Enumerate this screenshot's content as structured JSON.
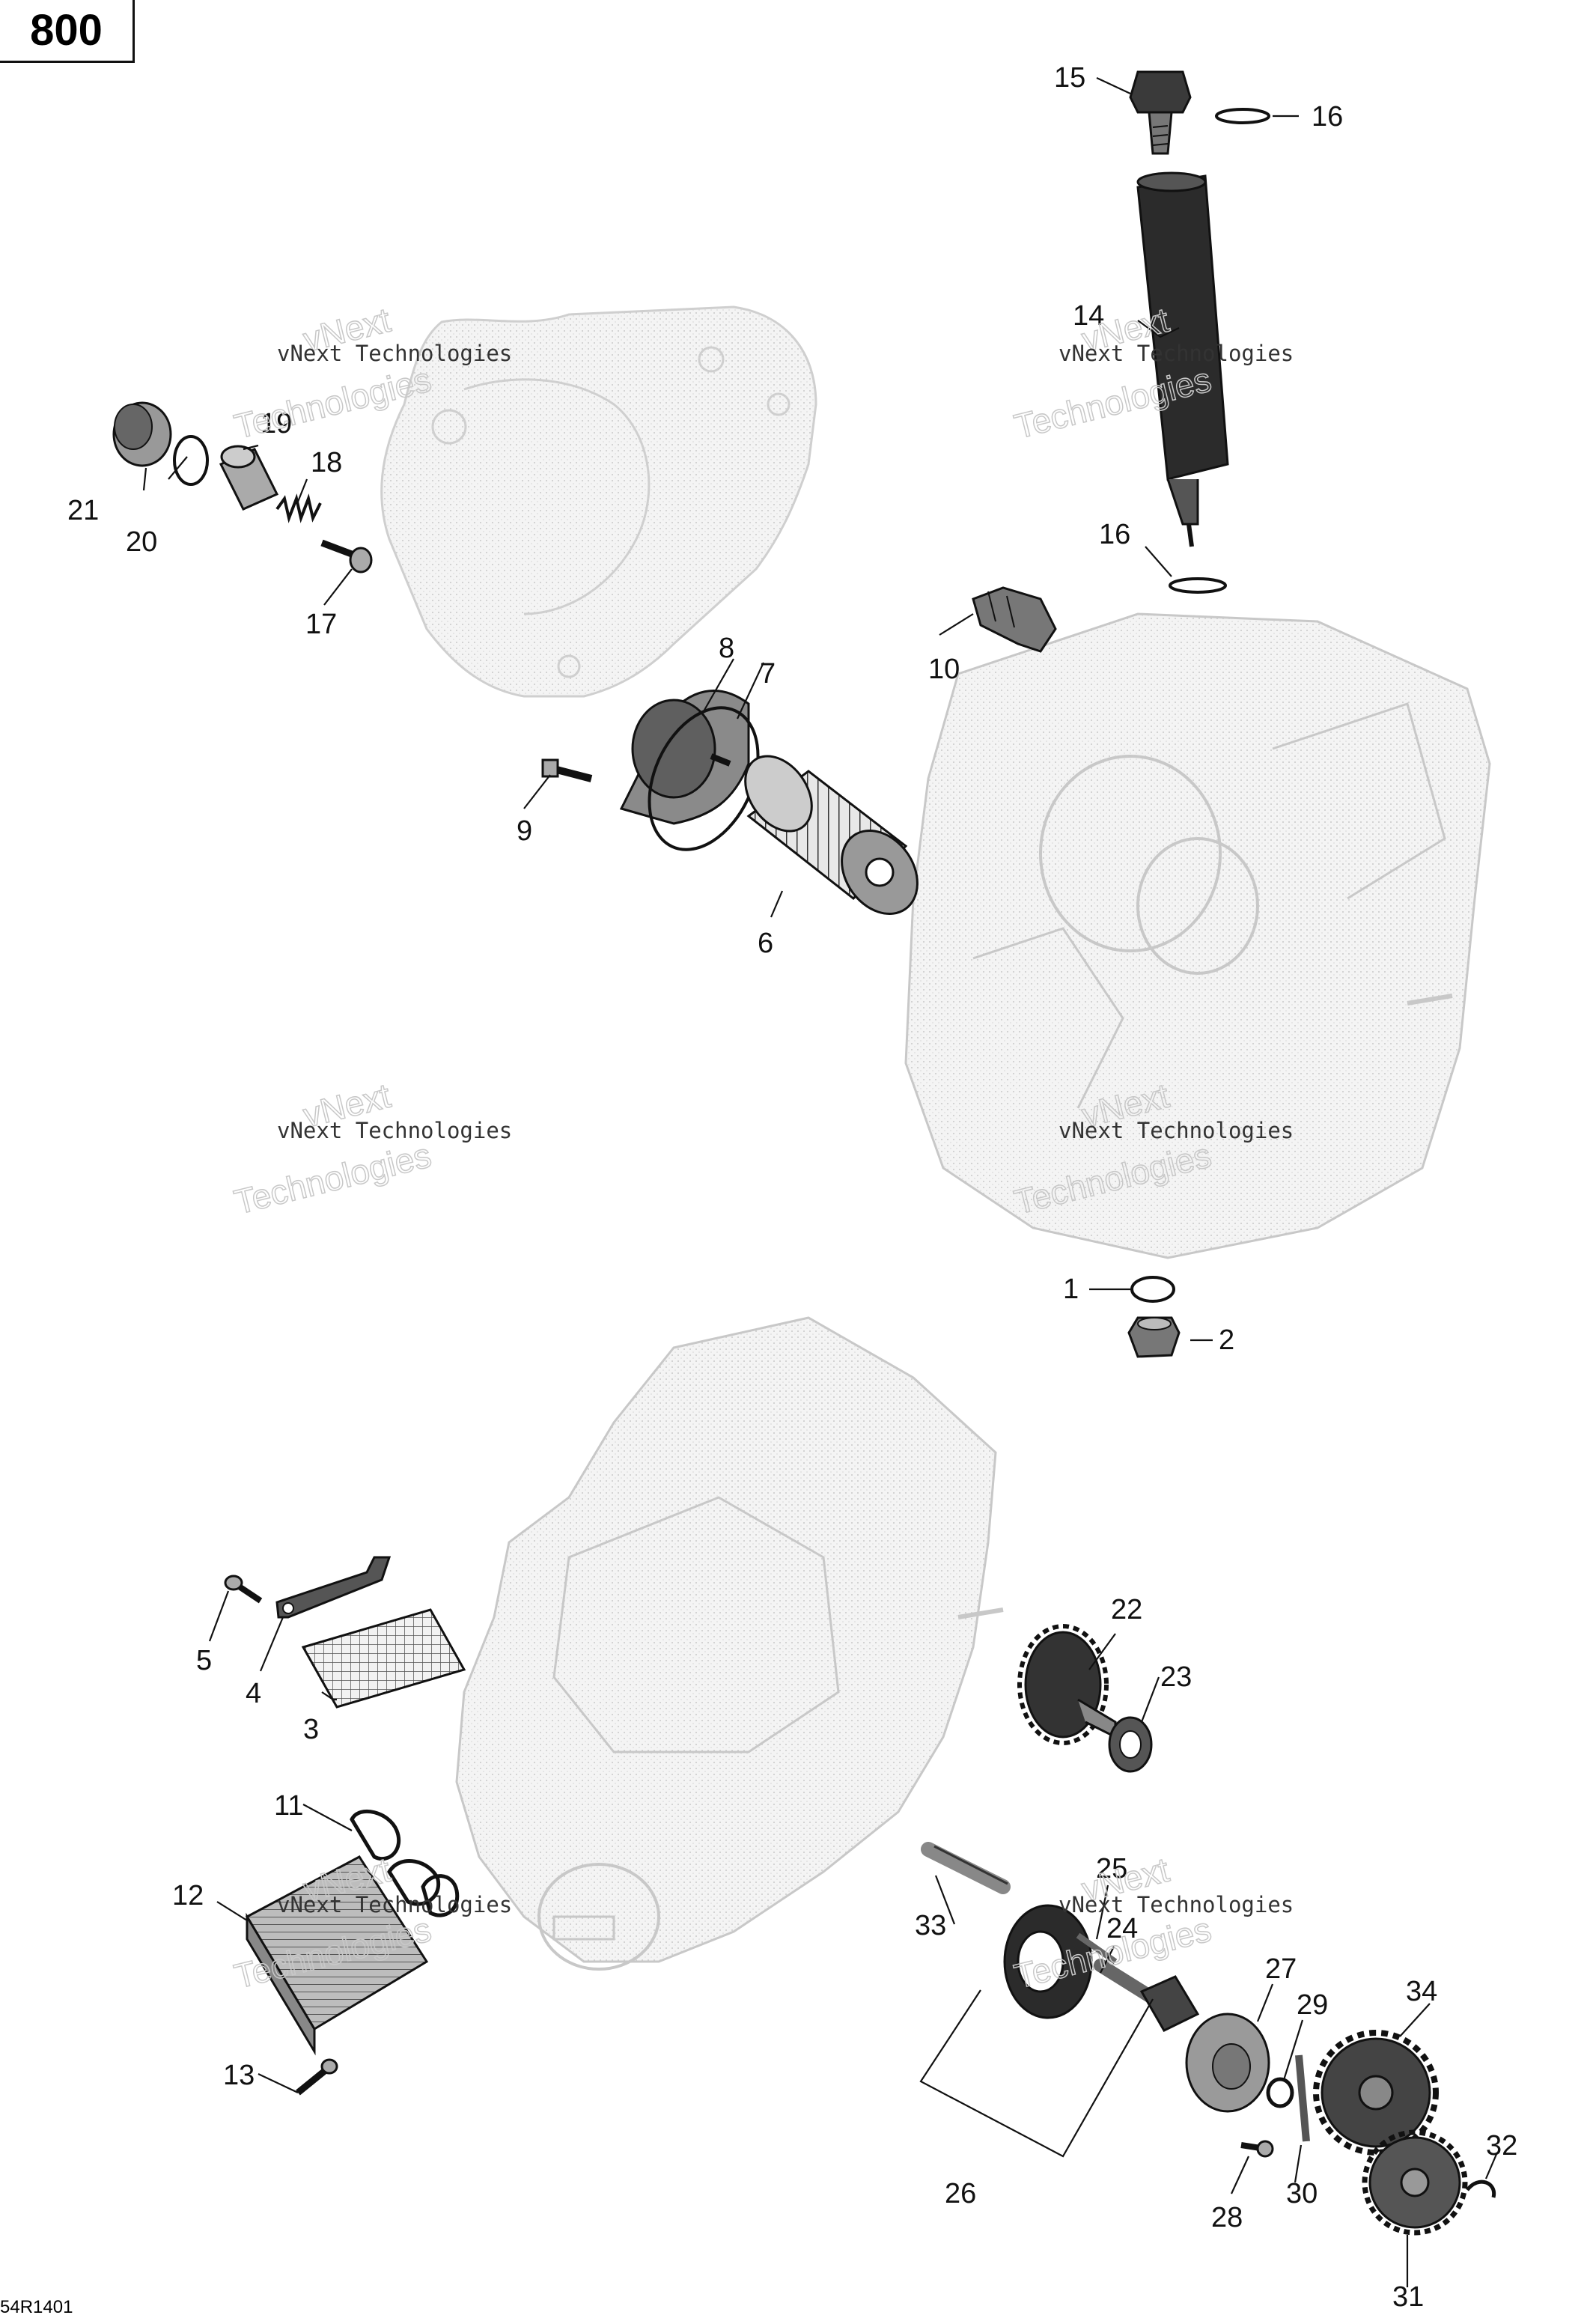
{
  "page_number": "800",
  "figure_code": "54R1401",
  "watermark": {
    "line1": "vNext Technologies",
    "line2": "vNext",
    "line3": "Technologies"
  },
  "callouts": [
    "1",
    "2",
    "3",
    "4",
    "5",
    "6",
    "7",
    "8",
    "9",
    "10",
    "11",
    "12",
    "13",
    "14",
    "15",
    "16",
    "17",
    "18",
    "19",
    "20",
    "21",
    "22",
    "23",
    "24",
    "25",
    "26",
    "27",
    "28",
    "29",
    "30",
    "31",
    "32",
    "33",
    "34"
  ],
  "colors": {
    "line": "#111111",
    "ghost": "#d6d6d6",
    "dark_part": "#2b2b2b",
    "mid_part": "#8a8a8a",
    "light_part": "#cfcfcf"
  }
}
